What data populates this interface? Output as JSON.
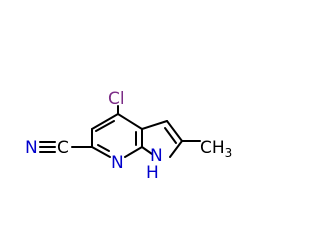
{
  "molecule": {
    "atoms": {
      "chlorine": {
        "text": "Cl",
        "color": "#7b2c86"
      },
      "nitrile_carbon": {
        "text": "C",
        "color": "#000000"
      },
      "nitrile_nitrogen": {
        "text": "N",
        "color": "#0000cc"
      },
      "pyridine_nitrogen": {
        "text": "N",
        "color": "#0000cc"
      },
      "pyrrole_nh": {
        "text": "N",
        "h": "H",
        "color": "#0000cc"
      },
      "methyl": {
        "c": "CH",
        "sub": "3",
        "color": "#000000"
      }
    },
    "bond_color": "#000000"
  }
}
